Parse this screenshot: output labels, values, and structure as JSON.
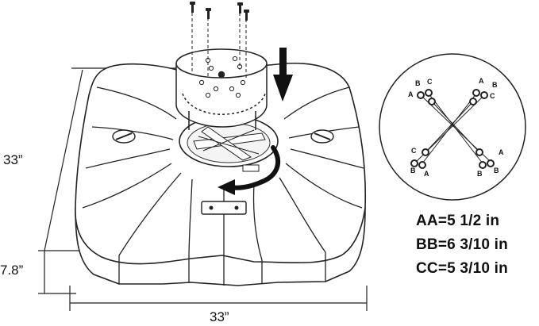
{
  "dimensions": {
    "height": "33”",
    "width": "33”",
    "thickness": "7.8”"
  },
  "pin_letters": {
    "a": "A",
    "b": "B",
    "c": "C"
  },
  "specs": [
    "AA=5 1/2 in",
    "BB=6 3/10 in",
    "CC=5 3/10 in"
  ],
  "icons": {
    "screws": "screw-icon",
    "rotation_arrow": "rotation-arrow-icon",
    "down_arrow": "down-arrow-icon"
  }
}
